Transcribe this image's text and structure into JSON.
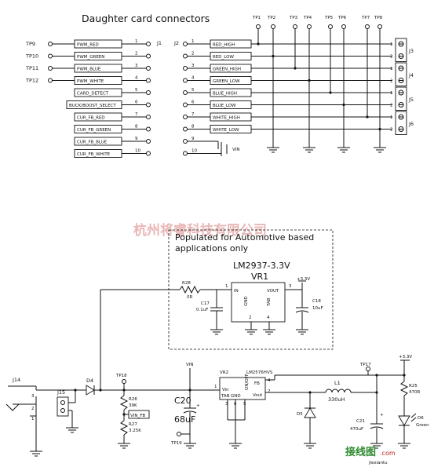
{
  "title": "Daughter card connectors",
  "j1": {
    "ref": "J1",
    "pins": [
      {
        "tp": "TP9",
        "label": "PWM_RED",
        "num": "1"
      },
      {
        "tp": "TP10",
        "label": "PWM_GREEN",
        "num": "2"
      },
      {
        "tp": "TP11",
        "label": "PWM_BLUE",
        "num": "3"
      },
      {
        "tp": "TP12",
        "label": "PWM_WHITE",
        "num": "4"
      },
      {
        "tp": "",
        "label": "CARD_DETECT",
        "num": "5"
      },
      {
        "tp": "",
        "label": "BUCK/BOOST_SELECT",
        "num": "6"
      },
      {
        "tp": "",
        "label": "CUR_FB_RED",
        "num": "7"
      },
      {
        "tp": "",
        "label": "CUR_FB_GREEN",
        "num": "8"
      },
      {
        "tp": "",
        "label": "CUR_FB_BLUE",
        "num": "9"
      },
      {
        "tp": "",
        "label": "CUR_FB_WHITE",
        "num": "10"
      }
    ]
  },
  "j2": {
    "ref": "J2",
    "pins": [
      {
        "num": "1",
        "label": "RED_HIGH"
      },
      {
        "num": "2",
        "label": "RED_LOW"
      },
      {
        "num": "3",
        "label": "GREEN_HIGH"
      },
      {
        "num": "4",
        "label": "GREEN_LOW"
      },
      {
        "num": "5",
        "label": "BLUE_HIGH"
      },
      {
        "num": "6",
        "label": "BLUE_LOW"
      },
      {
        "num": "7",
        "label": "WHITE_HIGH"
      },
      {
        "num": "8",
        "label": "WHITE_LOW"
      },
      {
        "num": "9",
        "label": ""
      },
      {
        "num": "10",
        "label": ""
      }
    ],
    "vin": "VIN"
  },
  "testpoints_top": [
    "TP1",
    "TP2",
    "TP3",
    "TP4",
    "TP5",
    "TP6",
    "TP7",
    "TP8"
  ],
  "right_connectors": [
    {
      "ref": "J3",
      "p1": "1",
      "p2": "2"
    },
    {
      "ref": "J4",
      "p1": "1",
      "p2": "2"
    },
    {
      "ref": "J5",
      "p1": "1",
      "p2": "2"
    },
    {
      "ref": "J6",
      "p1": "1",
      "p2": "2"
    }
  ],
  "watermark": "杭州将睿科技有限公司",
  "automotive": {
    "note_line1": "Populated for Automotive based",
    "note_line2": "applications only",
    "regulator": "LM2937-3.3V",
    "vr_ref": "VR1",
    "pin_in": "IN",
    "pin_vout": "VOUT",
    "pin_gnd": "GND",
    "pin_tab": "TAB",
    "pin1": "1",
    "pin2": "2",
    "pin3": "3",
    "pin4": "4",
    "rail": "+3.3V",
    "r_ref": "R28",
    "r_val": "0R",
    "c_in_ref": "C17",
    "c_in_val": "0.1uF",
    "c_out_ref": "C18",
    "c_out_val": "10uF"
  },
  "power": {
    "j14": "J14",
    "j15": "J15",
    "j15_pins": [
      "1",
      "2",
      "3"
    ],
    "d4": "D4",
    "tp18": "TP18",
    "r26_ref": "R26",
    "r26_val": "39K",
    "r27_ref": "R27",
    "r27_val": "3.25K",
    "vin_fb": "VIN_FB",
    "vin": "VIN",
    "c20_ref": "C20",
    "c20_val": "68uF",
    "tp19": "TP19",
    "vr2_ref": "VR2",
    "vr2_part": "LM2576HVS",
    "vr2_pin_vin": "Vin",
    "vr2_pin_tab": "TAB",
    "vr2_pin_gnd": "GND",
    "vr2_pin_fb": "FB",
    "vr2_pin_vout": "Vout",
    "vr2_pin_onoff": "ON/OFF",
    "vr2_nums": [
      "1",
      "3",
      "6",
      "5",
      "4",
      "2"
    ],
    "d5": "D5",
    "l1_ref": "L1",
    "l1_val": "330uH",
    "c21_ref": "C21",
    "c21_val": "470uF",
    "tp17": "TP17",
    "rail": "+3.3V",
    "r25_ref": "R25",
    "r25_val": "470R",
    "d6_ref": "D6",
    "d6_val": "Green",
    "plus": "+"
  },
  "logo": {
    "cn": "接线图",
    "com": ".com",
    "url": "jiexiantu"
  }
}
